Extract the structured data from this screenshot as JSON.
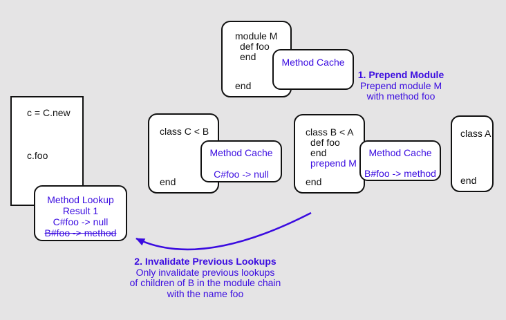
{
  "colors": {
    "accent": "#3a0be0",
    "background": "#e5e4e5",
    "box_border": "#111111",
    "box_fill": "#ffffff"
  },
  "boxes": {
    "client": {
      "line1": "c = C.new",
      "line2": "c.foo"
    },
    "module_m": {
      "line1": "module M",
      "line2": "def foo",
      "line3": "end",
      "footer": "end"
    },
    "class_c": {
      "line1": "class C < B",
      "footer": "end"
    },
    "class_b": {
      "line1": "class B < A",
      "line2": "def foo",
      "line3": "end",
      "line4": "prepend M",
      "footer": "end"
    },
    "class_a": {
      "line1": "class A",
      "footer": "end"
    },
    "cache_m": {
      "title": "Method Cache"
    },
    "cache_c": {
      "title": "Method Cache",
      "entry": "C#foo -> null"
    },
    "cache_b": {
      "title": "Method Cache",
      "entry": "B#foo -> method"
    },
    "lookup": {
      "title": "Method Lookup",
      "line2": "Result 1",
      "line3": "C#foo -> null",
      "line4": "B#foo -> method"
    }
  },
  "annotations": {
    "step1": {
      "heading": "1. Prepend Module",
      "line1": "Prepend module M",
      "line2": "with method foo"
    },
    "step2": {
      "heading": "2. Invalidate Previous Lookups",
      "line1": "Only invalidate previous lookups",
      "line2": "of children of B in the module chain",
      "line3": "with the name foo"
    }
  }
}
